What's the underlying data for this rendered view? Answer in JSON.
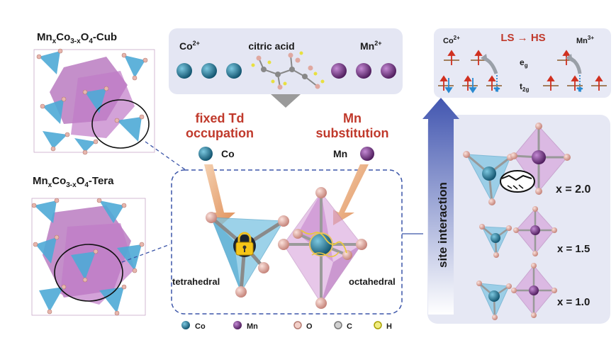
{
  "structures": {
    "cub": {
      "base": "Mn",
      "sub1": "x",
      "mid": "Co",
      "sub2": "3-x",
      "tail": "O",
      "sub3": "4",
      "suffix": "-Cub"
    },
    "tera": {
      "base": "Mn",
      "sub1": "x",
      "mid": "Co",
      "sub2": "3-x",
      "tail": "O",
      "sub3": "4",
      "suffix": "-Tera"
    }
  },
  "precursor": {
    "co_ion": "Co",
    "co_charge": "2+",
    "citric_acid": "citric acid",
    "mn_ion": "Mn",
    "mn_charge": "2+"
  },
  "center": {
    "fixed_td_line1": "fixed Td",
    "fixed_td_line2": "occupation",
    "mn_sub_line1": "Mn",
    "mn_sub_line2": "substitution",
    "co_label": "Co",
    "mn_label": "Mn",
    "tetrahedral": "tetrahedral",
    "octahedral": "octahedral"
  },
  "legend": [
    {
      "label": "Co",
      "color": "#1b6e8c"
    },
    {
      "label": "Mn",
      "color": "#6a2d7a"
    },
    {
      "label": "O",
      "color": "#e0a8a0"
    },
    {
      "label": "C",
      "color": "#8a8a8a"
    },
    {
      "label": "H",
      "color": "#e8e040"
    }
  ],
  "spin": {
    "co_ion": "Co",
    "co_charge": "2+",
    "transition": "LS → HS",
    "mn_ion": "Mn",
    "mn_charge": "3+",
    "eg_main": "e",
    "eg_sub": "g",
    "t2g_main": "t",
    "t2g_sub": "2g"
  },
  "site_interaction": "site interaction",
  "compositions": [
    "x = 2.0",
    "x = 1.5",
    "x = 1.0"
  ],
  "colors": {
    "tetra": "#5ab4d8",
    "octa": "#c77dc7",
    "panel": "#e6e8f4",
    "dash": "#3b55a8",
    "accent_red": "#c0392b",
    "arrow_orange": "#e8a070"
  }
}
